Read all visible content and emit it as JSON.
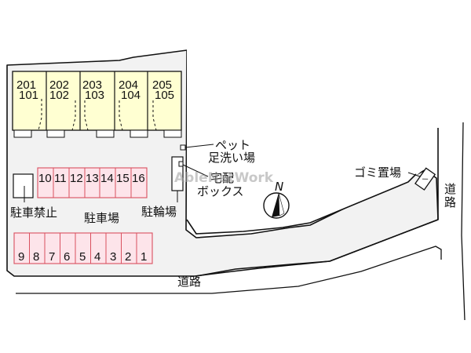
{
  "colors": {
    "lot_fill": "#f2f2f2",
    "building_fill": "#ffffd2",
    "parking_fill": "#fde4ea",
    "parking_stroke": "#d9505f",
    "line": "#111111"
  },
  "building": {
    "units": [
      {
        "upper": "201",
        "lower": "101"
      },
      {
        "upper": "202",
        "lower": "102"
      },
      {
        "upper": "203",
        "lower": "103"
      },
      {
        "upper": "204",
        "lower": "104"
      },
      {
        "upper": "205",
        "lower": "105"
      }
    ]
  },
  "parking": {
    "label": "駐車場",
    "upper_row": [
      "10",
      "11",
      "12",
      "13",
      "14",
      "15",
      "16"
    ],
    "lower_row": [
      "9",
      "8",
      "7",
      "6",
      "5",
      "4",
      "3",
      "2",
      "1"
    ]
  },
  "labels": {
    "no_parking": "駐車禁止",
    "bicycle_parking": "駐輪場",
    "pet_wash_line1": "ペット",
    "pet_wash_line2": "足洗い場",
    "delivery_box_line1": "宅配",
    "delivery_box_line2": "ボックス",
    "garbage": "ゴミ置場",
    "road_bottom": "道路",
    "road_right_1": "道",
    "road_right_2": "路",
    "north": "N"
  },
  "watermark": "AbleNetWork"
}
